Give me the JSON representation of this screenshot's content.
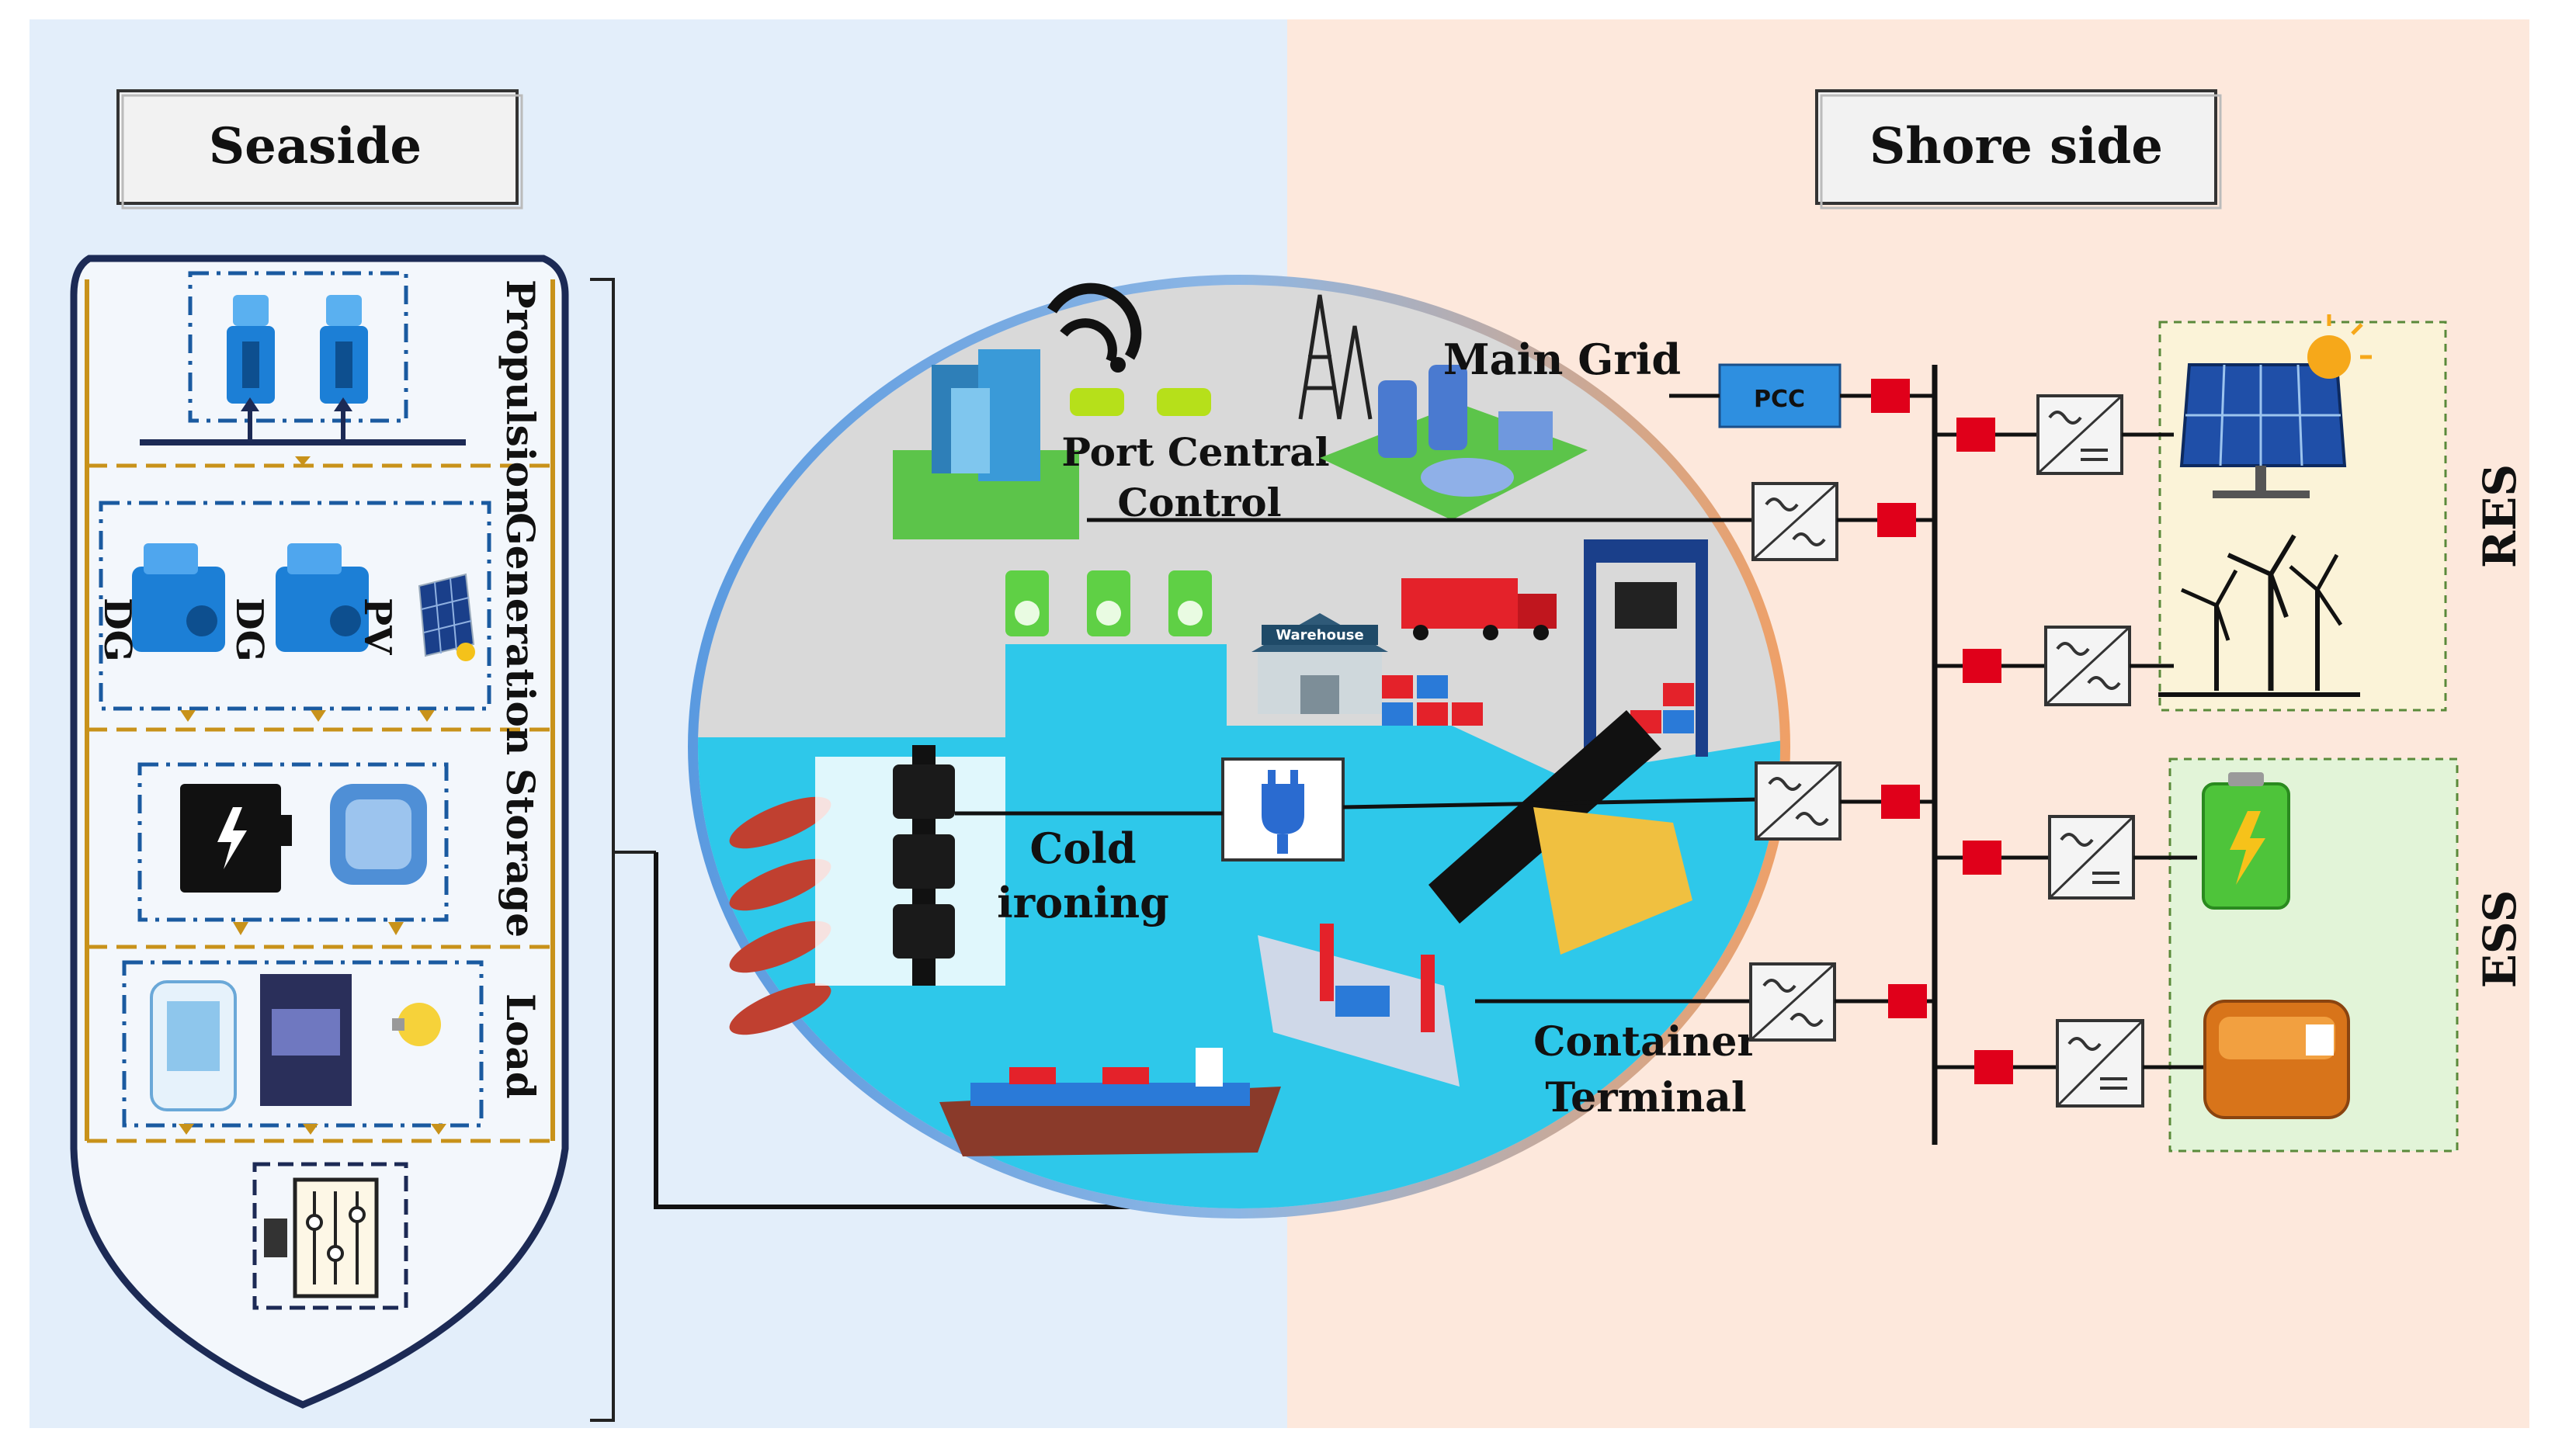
{
  "panels": {
    "seaside_title": "Seaside",
    "shore_title": "Shore side"
  },
  "ship": {
    "sections": [
      {
        "label": "Propulsion"
      },
      {
        "label": "Generation"
      },
      {
        "label": "Storage"
      },
      {
        "label": "Load"
      }
    ],
    "generation_labels": [
      "DG",
      "DG",
      "PV"
    ]
  },
  "port": {
    "central_control_line1": "Port Central",
    "central_control_line2": "Control",
    "main_grid": "Main Grid",
    "cold_ironing_line1": "Cold",
    "cold_ironing_line2": "ironing",
    "container_line1": "Container",
    "container_line2": "Terminal",
    "warehouse": "Warehouse"
  },
  "shore": {
    "pcc": "PCC",
    "res": "RES",
    "ess": "ESS"
  },
  "colors": {
    "seaside_bg": "#e3eefa",
    "shore_bg": "#fde8dc",
    "sea": "#2ec8ea",
    "breaker": "#e0001a",
    "pcc_fill": "#2e8fe0",
    "res_box": "#fbf3d8",
    "ess_box": "#e2f4d8",
    "dash_blue": "#1a5aa0",
    "dash_gold": "#c8921a"
  }
}
